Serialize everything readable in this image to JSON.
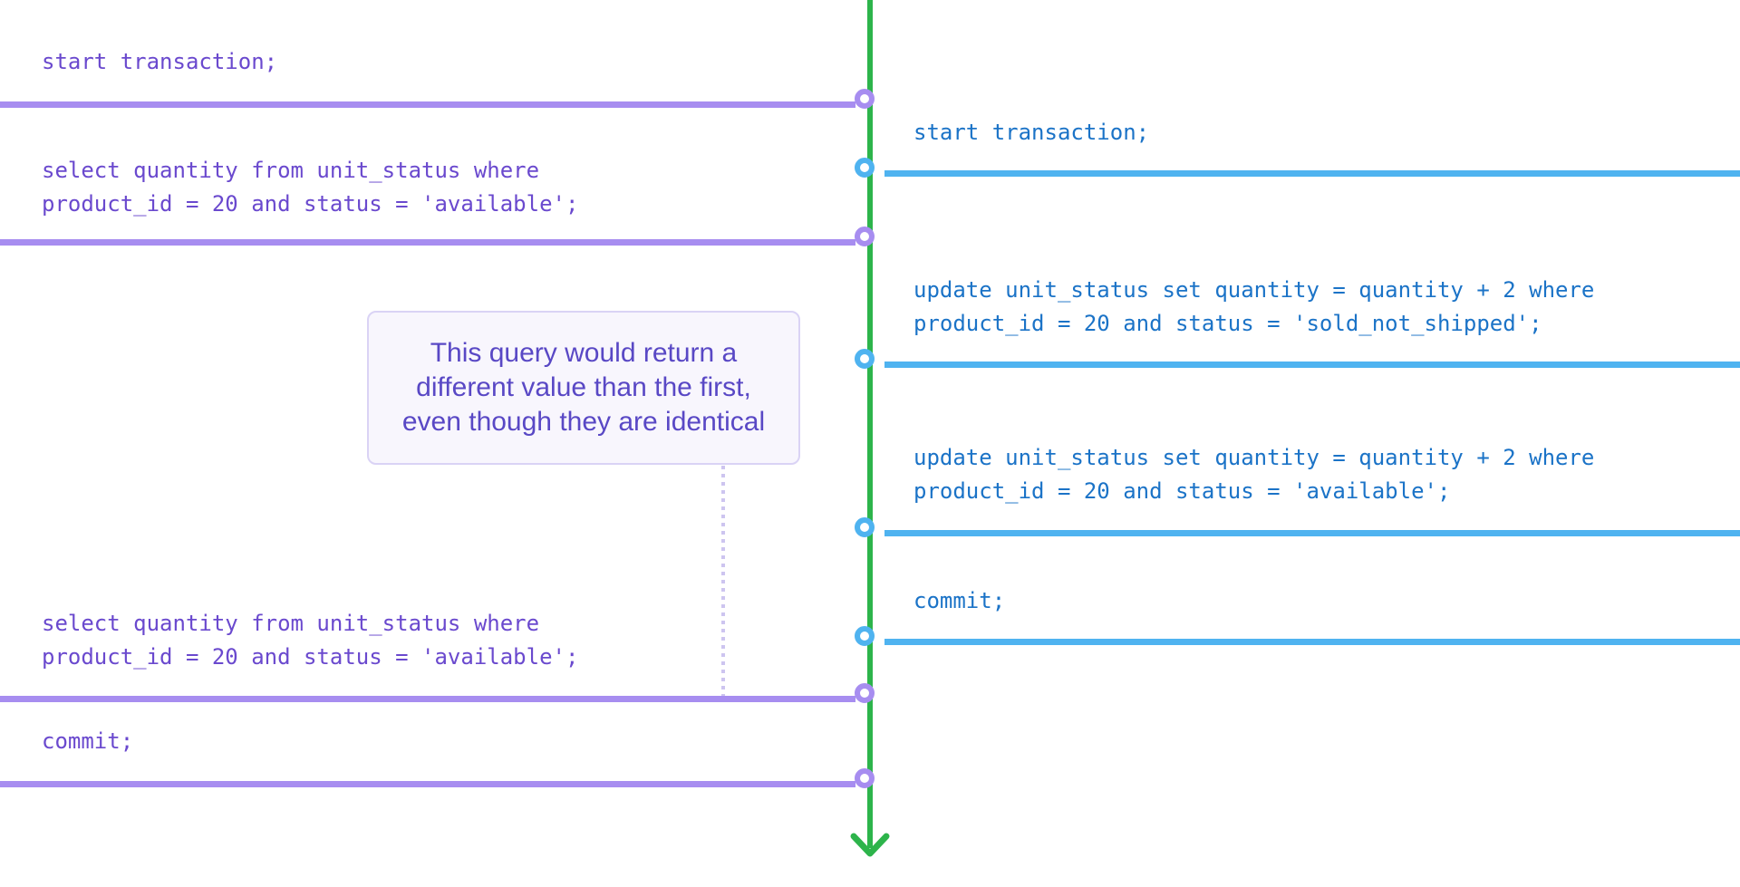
{
  "palette": {
    "timeline": "#2db44b",
    "a-line": "#a78df0",
    "a-text": "#6a49ce",
    "b-line": "#4fb3f0",
    "b-text": "#1b73c7",
    "note-bg": "#f8f6fd",
    "note-border": "#dad3f5",
    "note-text": "#5948c5",
    "dotted": "#cdc5f0"
  },
  "session_a": {
    "statements": [
      {
        "sql": "start transaction;"
      },
      {
        "sql": "select quantity from unit_status where\nproduct_id = 20 and status = 'available';"
      },
      {
        "sql": "select quantity from unit_status where\nproduct_id = 20 and status = 'available';"
      },
      {
        "sql": "commit;"
      }
    ]
  },
  "session_b": {
    "statements": [
      {
        "sql": "start transaction;"
      },
      {
        "sql": "update unit_status set quantity = quantity + 2 where\nproduct_id = 20 and status = 'sold_not_shipped';"
      },
      {
        "sql": "update unit_status set quantity = quantity + 2 where\nproduct_id = 20 and status = 'available';"
      },
      {
        "sql": "commit;"
      }
    ]
  },
  "note": {
    "text": "This query would return a\ndifferent value than the first,\neven though they are identical"
  }
}
